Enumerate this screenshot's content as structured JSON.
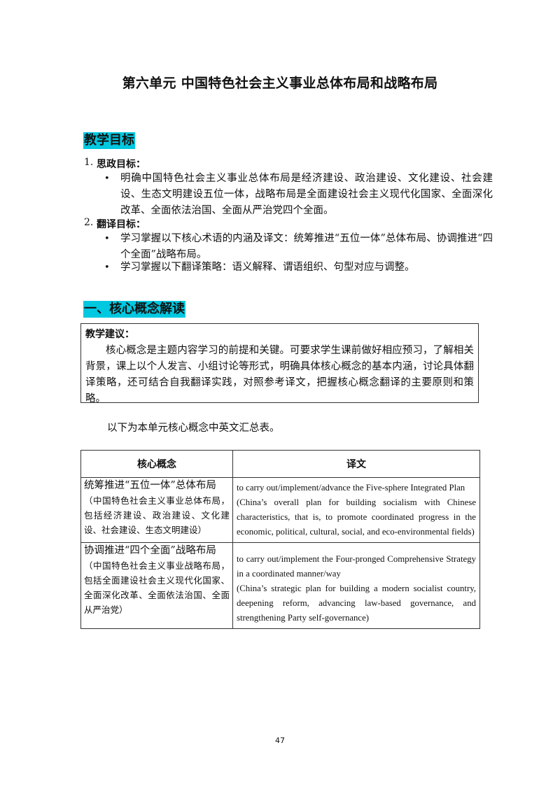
{
  "title": "第六单元  中国特色社会主义事业总体布局和战略布局",
  "objectives": {
    "heading": "教学目标",
    "items": [
      {
        "num": "1.",
        "label": "思政目标：",
        "bullets": [
          "明确中国特色社会主义事业总体布局是经济建设、政治建设、文化建设、社会建设、生态文明建设五位一体，战略布局是全面建设社会主义现代化国家、全面深化改革、全面依法治国、全面从严治党四个全面。"
        ]
      },
      {
        "num": "2.",
        "label": "翻译目标：",
        "bullets": [
          "学习掌握以下核心术语的内涵及译文：统筹推进“五位一体”总体布局、协调推进“四个全面”战略布局。",
          "学习掌握以下翻译策略：语义解释、谓语组织、句型对应与调整。"
        ]
      }
    ]
  },
  "section1": {
    "heading": "一、核心概念解读",
    "advice_title": "教学建议：",
    "advice_text": "核心概念是主题内容学习的前提和关键。可要求学生课前做好相应预习，了解相关背景，课上以个人发言、小组讨论等形式，明确具体核心概念的基本内涵，讨论具体翻译策略，还可结合自我翻译实践，对照参考译文，把握核心概念翻译的主要原则和策略。",
    "intro": "以下为本单元核心概念中英文汇总表。"
  },
  "table": {
    "headers": [
      "核心概念",
      "译文"
    ],
    "rows": [
      {
        "term": "统筹推进“五位一体”总体布局",
        "term_note": "（中国特色社会主义事业总体布局，包括经济建设、政治建设、文化建设、社会建设、生态文明建设）",
        "translation": "to carry out/implement/advance the Five-sphere Integrated Plan",
        "translation_note": "(China’s overall plan for building socialism with Chinese characteristics, that is, to promote coordinated progress in the economic, political, cultural, social, and eco-environmental fields)"
      },
      {
        "term": "协调推进“四个全面”战略布局",
        "term_note": "（中国特色社会主义事业战略布局，包括全面建设社会主义现代化国家、全面深化改革、全面依法治国、全面从严治党）",
        "translation": "to carry out/implement the Four-pronged Comprehensive Strategy in a coordinated manner/way",
        "translation_note": "(China’s strategic plan for building a modern socialist country, deepening reform, advancing law-based governance, and strengthening Party self-governance)"
      }
    ]
  },
  "page_number": "47",
  "colors": {
    "heading_highlight": "#00c8e0"
  }
}
